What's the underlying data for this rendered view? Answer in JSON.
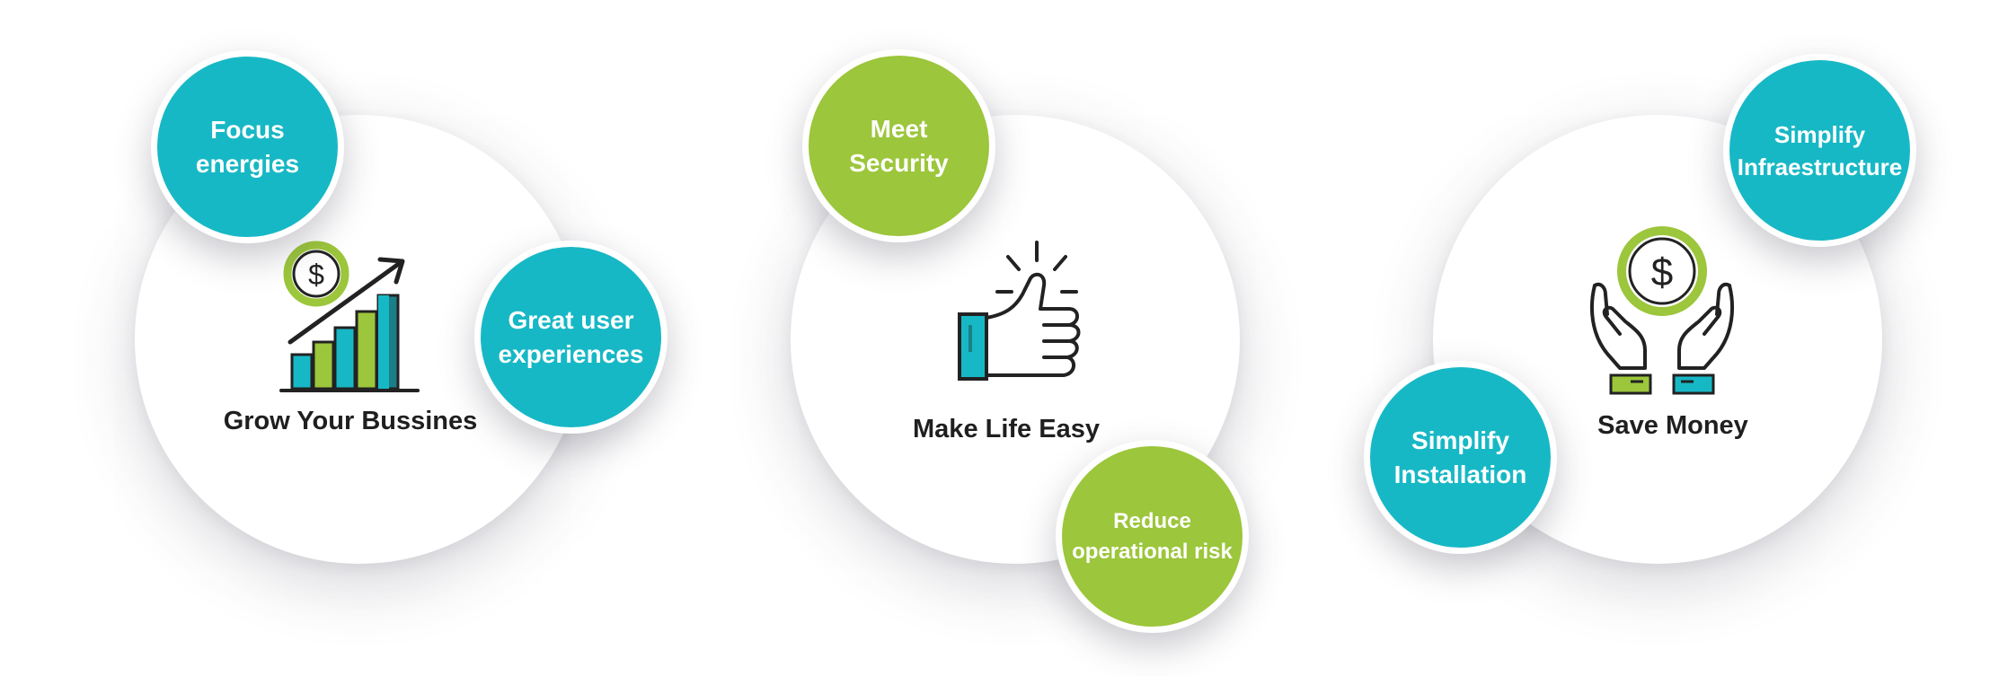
{
  "colors": {
    "teal": "#17b8c5",
    "green": "#9cc63b",
    "dark_teal": "#1a7f86",
    "outline": "#222222",
    "title_text": "#1f1f1f"
  },
  "groups": [
    {
      "title": "Grow Your Bussines",
      "icon": "growth-chart-icon",
      "badges": [
        {
          "label": "Focus\nenergies",
          "color": "teal"
        },
        {
          "label": "Great user\nexperiences",
          "color": "teal"
        }
      ]
    },
    {
      "title": "Make Life Easy",
      "icon": "thumbs-up-icon",
      "badges": [
        {
          "label": "Meet\nSecurity",
          "color": "green"
        },
        {
          "label": "Reduce\noperational risk",
          "color": "green"
        }
      ]
    },
    {
      "title": "Save Money",
      "icon": "money-hands-icon",
      "badges": [
        {
          "label": "Simplify\nInfraestructure",
          "color": "teal"
        },
        {
          "label": "Simplify\nInstallation",
          "color": "teal"
        }
      ]
    }
  ]
}
